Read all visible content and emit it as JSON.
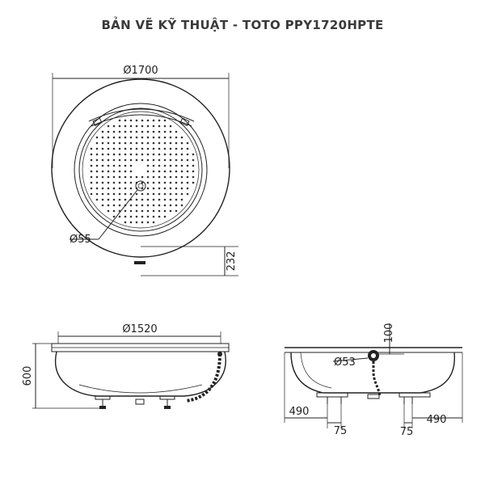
{
  "title": "BẢN VẼ KỸ THUẬT - TOTO PPY1720HPTE",
  "top_view": {
    "diameter_label": "Ø1700",
    "drain_label": "Ø55",
    "offset_label": "232"
  },
  "front_view": {
    "diameter_label": "Ø1520",
    "height_label": "600"
  },
  "side_view": {
    "top_label": "100",
    "waste_label": "Ø53",
    "left_width_label": "490",
    "left_leg_label": "75",
    "right_leg_label": "75",
    "right_width_label": "490"
  }
}
